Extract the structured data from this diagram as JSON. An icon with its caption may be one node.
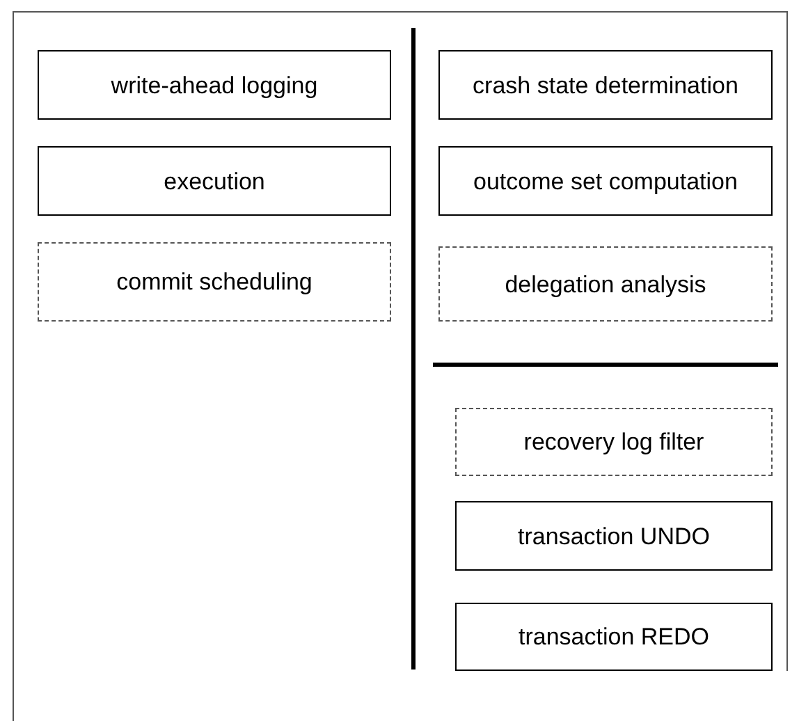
{
  "diagram": {
    "nodes": [
      {
        "text": [
          "write-ahead logging"
        ]
      },
      {
        "text": [
          "execution"
        ]
      },
      {
        "text": [
          "commit scheduling"
        ]
      },
      {
        "text": [
          "crash state determination"
        ]
      },
      {
        "text": [
          "outcome set computation"
        ]
      },
      {
        "text": [
          "delegation analysis"
        ]
      },
      {
        "text": [
          "recovery log filter"
        ]
      },
      {
        "text": [
          "transaction UNDO"
        ]
      },
      {
        "text": [
          "transaction REDO"
        ]
      }
    ]
  }
}
